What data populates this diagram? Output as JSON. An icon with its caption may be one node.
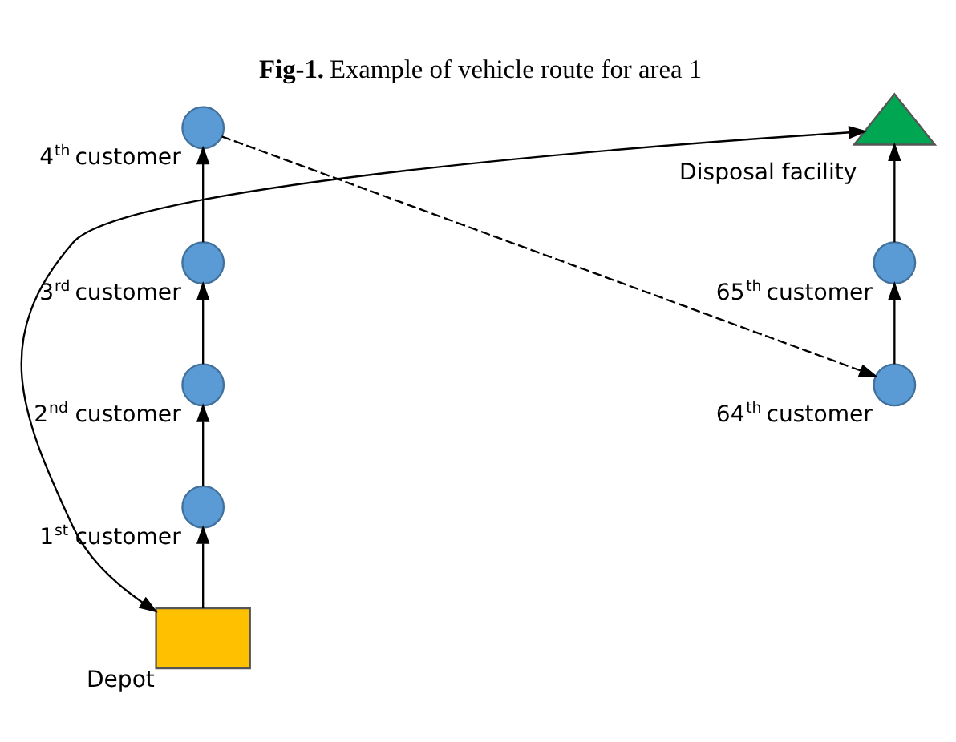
{
  "diagram": {
    "title": "**Fig-1.** Example of vehicle route for area 1",
    "nodes": [
      {
        "text": [],
        "shape": "triangle",
        "beside": [
          "Disposal facility"
        ]
      },
      {
        "text": [],
        "shape": "circle",
        "beside": [
          "4$^{th}$ customer"
        ]
      },
      {
        "text": [],
        "shape": "circle",
        "beside": [
          "3$^{rd}$ customer"
        ]
      },
      {
        "text": [],
        "shape": "circle",
        "beside": [
          "65$^{th}$ customer"
        ]
      },
      {
        "text": [],
        "shape": "circle",
        "beside": [
          "2$^{nd}$ customer"
        ]
      },
      {
        "text": [],
        "shape": "circle",
        "beside": [
          "64$^{th}$ customer"
        ]
      },
      {
        "text": [],
        "shape": "circle",
        "beside": [
          "1$^{st}$ customer"
        ]
      },
      {
        "text": [],
        "shape": "box",
        "beside": [
          "Depot"
        ]
      }
    ],
    "edges": [
      {
        "from": 7,
        "to": 6,
        "arrow": "to"
      },
      {
        "from": 6,
        "to": 4,
        "arrow": "to"
      },
      {
        "from": 4,
        "to": 2,
        "arrow": "to"
      },
      {
        "from": 2,
        "to": 1,
        "arrow": "to"
      },
      {
        "from": 1,
        "to": 5,
        "arrow": "to",
        "style": "dashed"
      },
      {
        "from": 5,
        "to": 3,
        "arrow": "to"
      },
      {
        "from": 3,
        "to": 0,
        "arrow": "to"
      },
      {
        "from": 0,
        "to": 7,
        "arrow": "both"
      }
    ]
  }
}
